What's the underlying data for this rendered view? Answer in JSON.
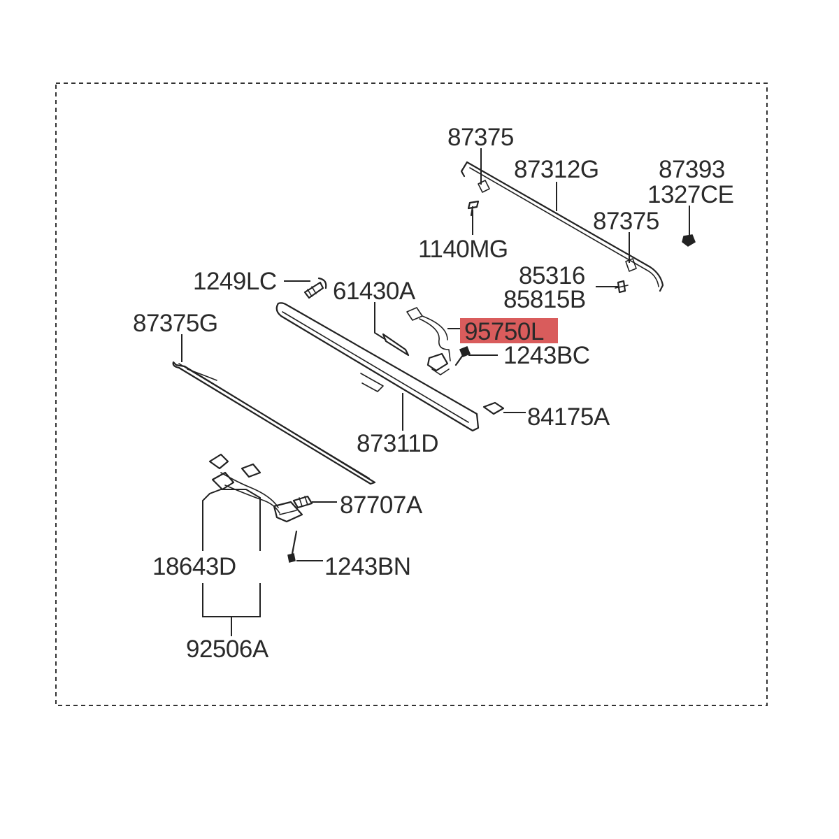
{
  "highlight_color": "#d95c5c",
  "parts": {
    "p87375_top": "87375",
    "p87312G": "87312G",
    "p87393": "87393",
    "p1327CE": "1327CE",
    "p87375_right": "87375",
    "p1140MG": "1140MG",
    "p85316": "85316",
    "p85815B": "85815B",
    "p1249LC": "1249LC",
    "p61430A": "61430A",
    "p87375G": "87375G",
    "p95750L": "95750L",
    "p1243BC": "1243BC",
    "p84175A": "84175A",
    "p87311D": "87311D",
    "p87707A": "87707A",
    "p18643D": "18643D",
    "p1243BN": "1243BN",
    "p92506A": "92506A"
  }
}
